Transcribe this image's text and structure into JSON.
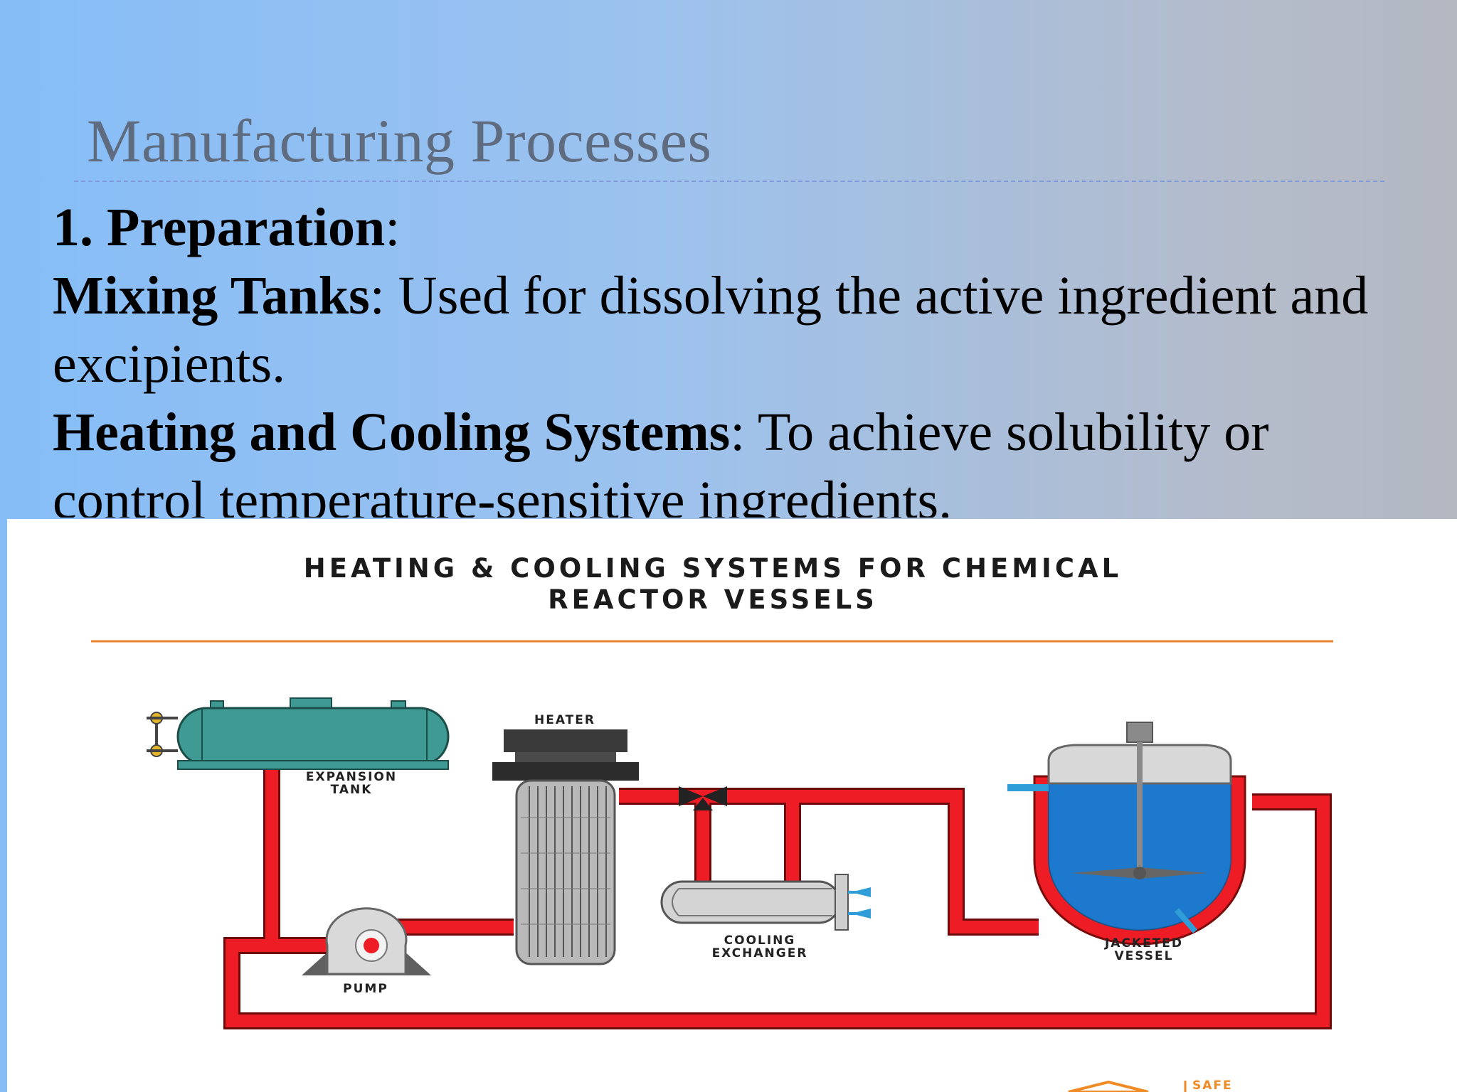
{
  "slide": {
    "title": "Manufacturing Processes",
    "heading": "1. Preparation",
    "heading_suffix": ":",
    "items": [
      {
        "term": "Mixing Tanks",
        "description": ": Used for dissolving the active ingredient and excipients."
      },
      {
        "term": "Heating and Cooling Systems",
        "description": ": To achieve solubility or control temperature-sensitive ingredients."
      }
    ]
  },
  "figure": {
    "title_line1": "HEATING & COOLING SYSTEMS FOR CHEMICAL",
    "title_line2": "REACTOR VESSELS",
    "labels": {
      "expansion_tank_1": "EXPANSION",
      "expansion_tank_2": "TANK",
      "heater": "HEATER",
      "pump": "PUMP",
      "cooling_exchanger_1": "COOLING",
      "cooling_exchanger_2": "EXCHANGER",
      "jacketed_vessel_1": "JACKETED",
      "jacketed_vessel_2": "VESSEL"
    },
    "logo_text": "SAFE",
    "colors": {
      "pipe": "#ee1c24",
      "tank": "#3f9a93",
      "accent_rule": "#e8822e",
      "liquid": "#1e88d8"
    }
  }
}
